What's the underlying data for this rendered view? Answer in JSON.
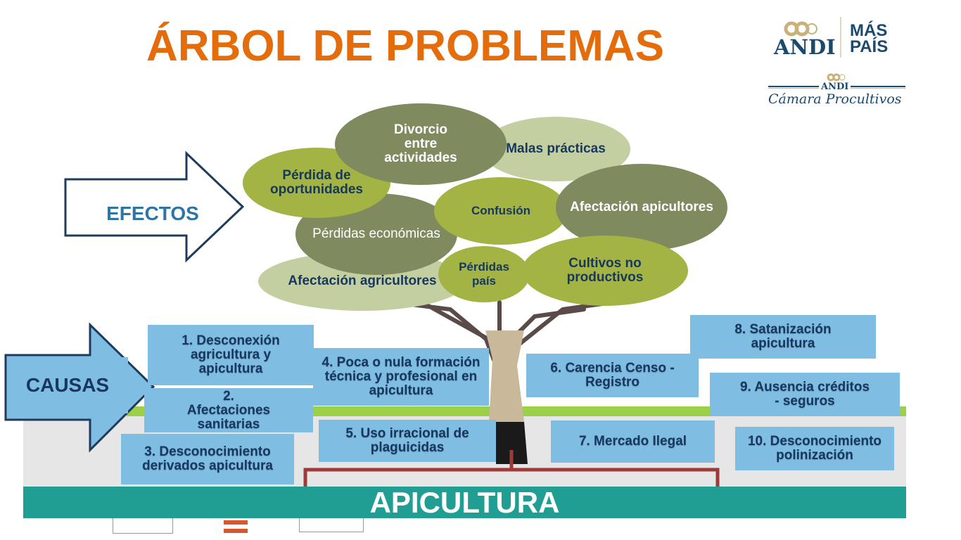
{
  "title": "ÁRBOL DE PROBLEMAS",
  "logos": {
    "andi": "ANDI",
    "mas_pais": "MÁS PAÍS",
    "camara_andi": "ANDI",
    "camara": "Cámara Procultivos"
  },
  "labels": {
    "efectos": "EFECTOS",
    "causas": "CAUSAS",
    "base": "APICULTURA"
  },
  "effects": [
    "Divorcio entre actividades",
    "Malas prácticas",
    "Pérdida de oportunidades",
    "Pérdidas económicas",
    "Confusión",
    "Afectación apicultores",
    "Afectación agricultores",
    "Pérdidas país",
    "Cultivos no productivos"
  ],
  "causes": [
    "1. Desconexión agricultura y apicultura",
    "2. Afectaciones sanitarias",
    "3. Desconocimiento derivados apicultura",
    "4. Poca o nula formación técnica y profesional en apicultura",
    "5. Uso irracional de plaguicidas",
    "6. Carencia Censo - Registro",
    "7. Mercado Ilegal",
    "8. Satanización apicultura",
    "9. Ausencia créditos - seguros",
    "10. Desconocimiento polinización"
  ],
  "colors": {
    "title": "#e46c0a",
    "navy": "#17375e",
    "cause_box": "#7fbde3",
    "band": "#219e93",
    "bracket": "#9e3a38"
  }
}
